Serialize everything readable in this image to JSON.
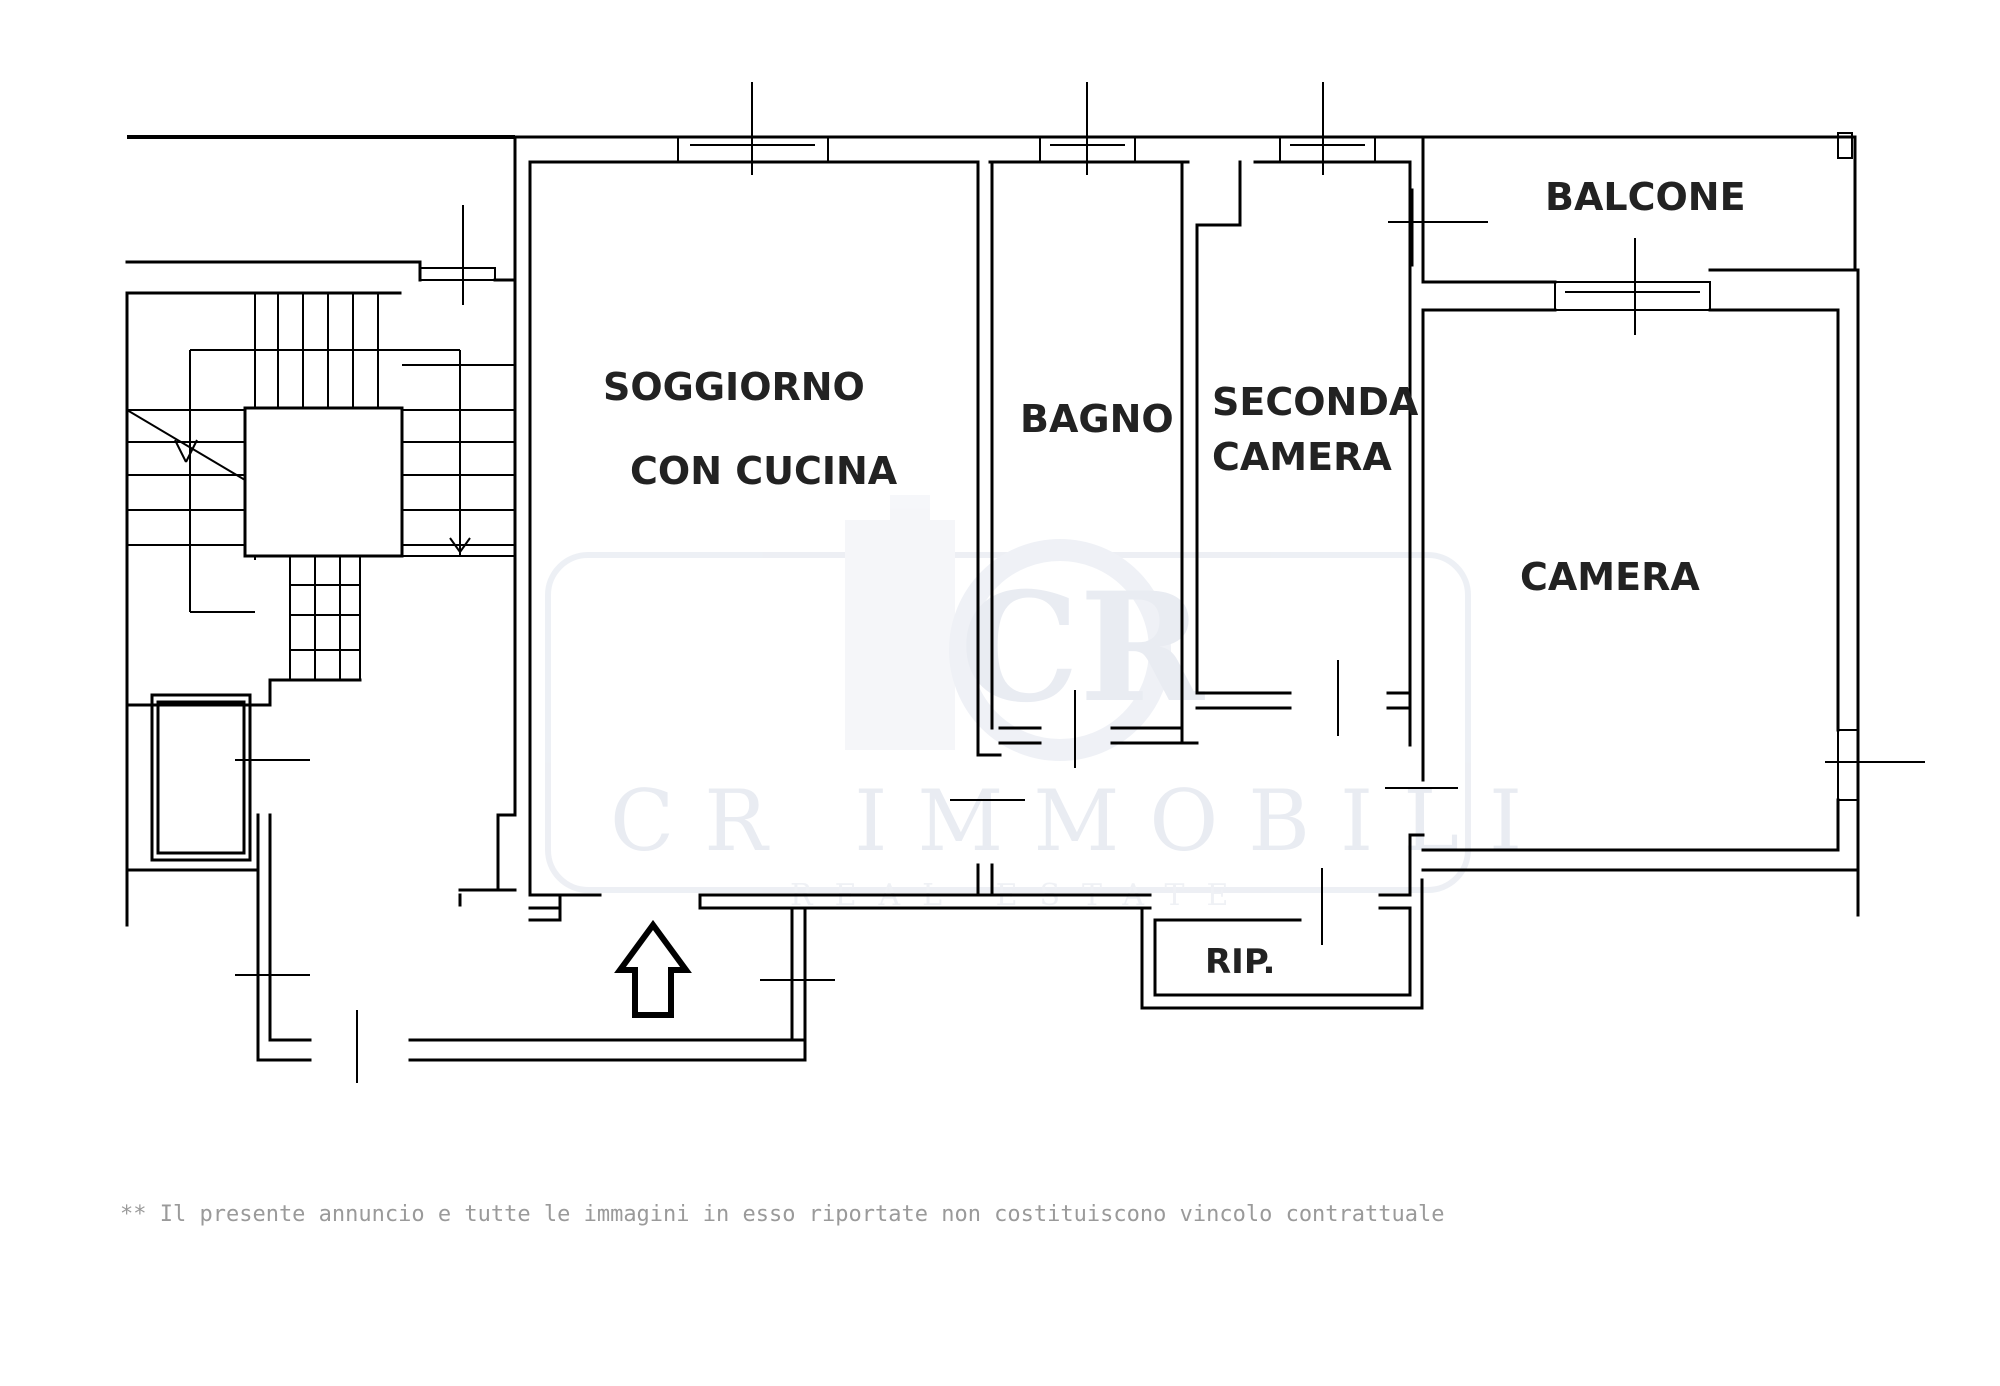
{
  "rooms": {
    "soggiorno_line1": "SOGGIORNO",
    "soggiorno_line2": "CON CUCINA",
    "bagno": "BAGNO",
    "seconda_line1": "SECONDA",
    "seconda_line2": "CAMERA",
    "balcone": "BALCONE",
    "camera": "CAMERA",
    "rip": "RIP."
  },
  "watermark": {
    "logo": "CR",
    "name": "CR IMMOBILI",
    "sub": "REAL ESTATE"
  },
  "disclaimer": "** Il presente annuncio e tutte le immagini in esso riportate non costituiscono vincolo contrattuale"
}
